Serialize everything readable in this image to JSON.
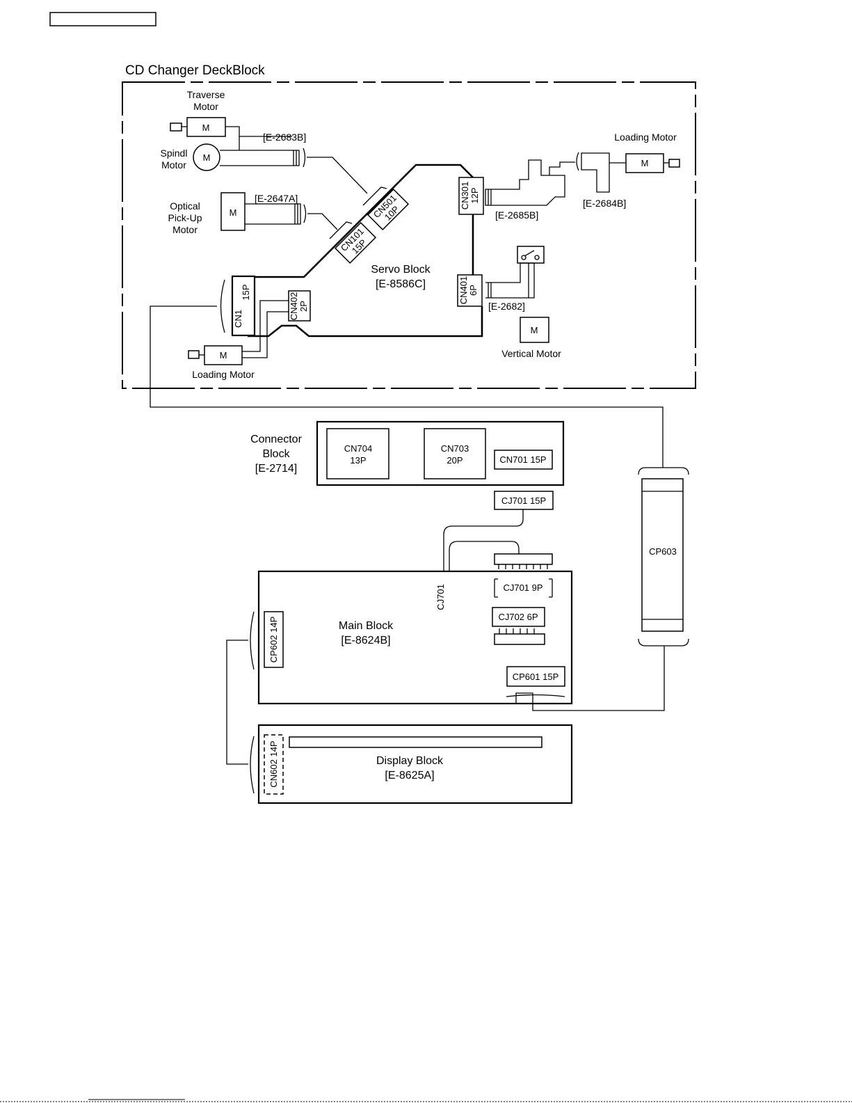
{
  "title": "CD Changer DeckBlock",
  "deck": {
    "traverse_motor": [
      "Traverse",
      "Motor"
    ],
    "spindle_motor": [
      "Spindl",
      "Motor"
    ],
    "optical_motor": [
      "Optical",
      "Pick-Up",
      "Motor"
    ],
    "loading_motor_right": "Loading Motor",
    "loading_motor_left": "Loading Motor",
    "vertical_motor": "Vertical Motor",
    "motor_symbol": "M",
    "pcb_e2683b": "[E-2683B]",
    "pcb_e2647a": "[E-2647A]",
    "pcb_e2685b": "[E-2685B]",
    "pcb_e2684b": "[E-2684B]",
    "pcb_e2682": "[E-2682]",
    "servo_block": [
      "Servo Block",
      "[E-8586C]"
    ],
    "cn101": [
      "CN101",
      "15P"
    ],
    "cn501": [
      "CN501",
      "10P"
    ],
    "cn301": [
      "CN301",
      "12P"
    ],
    "cn401": [
      "CN401",
      "6P"
    ],
    "cn402": [
      "CN402",
      "2P"
    ],
    "cn1": [
      "CN1",
      "15P"
    ]
  },
  "connector_block": {
    "label": [
      "Connector",
      "Block",
      "[E-2714]"
    ],
    "cn704": [
      "CN704",
      "13P"
    ],
    "cn703": [
      "CN703",
      "20P"
    ],
    "cn701": "CN701  15P",
    "cj701_15p": "CJ701 15P"
  },
  "main_block": {
    "label": [
      "Main Block",
      "[E-8624B]"
    ],
    "cj701_vertical": "CJ701",
    "cj701_9p": "CJ701   9P",
    "cj702": "CJ702  6P",
    "cp601": "CP601 15P",
    "cp602": "CP602 14P"
  },
  "cp603": "CP603",
  "display_block": {
    "label": [
      "Display Block",
      "[E-8625A]"
    ],
    "cn602": "CN602 14P"
  }
}
